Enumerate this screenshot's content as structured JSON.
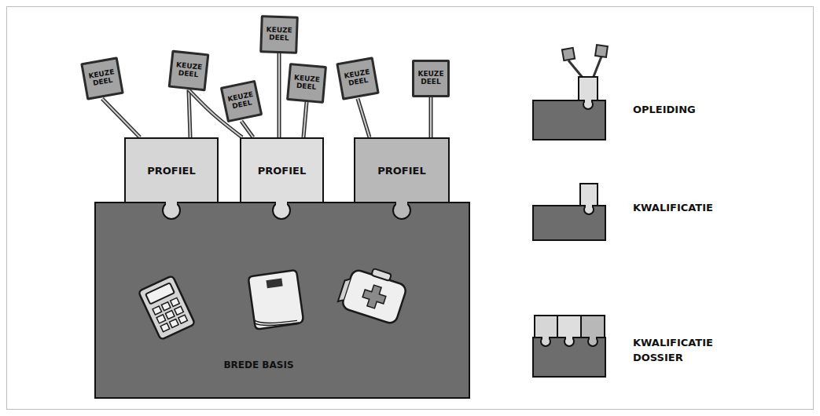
{
  "diagram": {
    "nodes": [
      {
        "text": [
          "KEUZE DEEL"
        ]
      },
      {
        "text": [
          "KEUZE DEEL"
        ]
      },
      {
        "text": [
          "KEUZE DEEL"
        ]
      },
      {
        "text": [
          "KEUZE DEEL"
        ]
      },
      {
        "text": [
          "KEUZE DEEL"
        ]
      },
      {
        "text": [
          "KEUZE DEEL"
        ]
      },
      {
        "text": [
          "KEUZE DEEL"
        ]
      },
      {
        "text": [
          "PROFIEL"
        ]
      },
      {
        "text": [
          "PROFIEL"
        ]
      },
      {
        "text": [
          "PROFIEL"
        ]
      },
      {
        "text": [
          "BREDE BASIS"
        ]
      }
    ],
    "edges": [
      {
        "from": 0,
        "to": 7,
        "arrow": "none"
      },
      {
        "from": 1,
        "to": 7,
        "arrow": "none"
      },
      {
        "from": 1,
        "to": 8,
        "arrow": "none"
      },
      {
        "from": 2,
        "to": 8,
        "arrow": "none"
      },
      {
        "from": 3,
        "to": 8,
        "arrow": "none"
      },
      {
        "from": 4,
        "to": 8,
        "arrow": "none"
      },
      {
        "from": 5,
        "to": 9,
        "arrow": "none"
      },
      {
        "from": 6,
        "to": 9,
        "arrow": "none"
      }
    ],
    "legend": [
      {
        "text": "OPLEIDING"
      },
      {
        "text": "KWALIFICATIE"
      },
      {
        "text": "KWALIFICATIE DOSSIER"
      }
    ]
  }
}
